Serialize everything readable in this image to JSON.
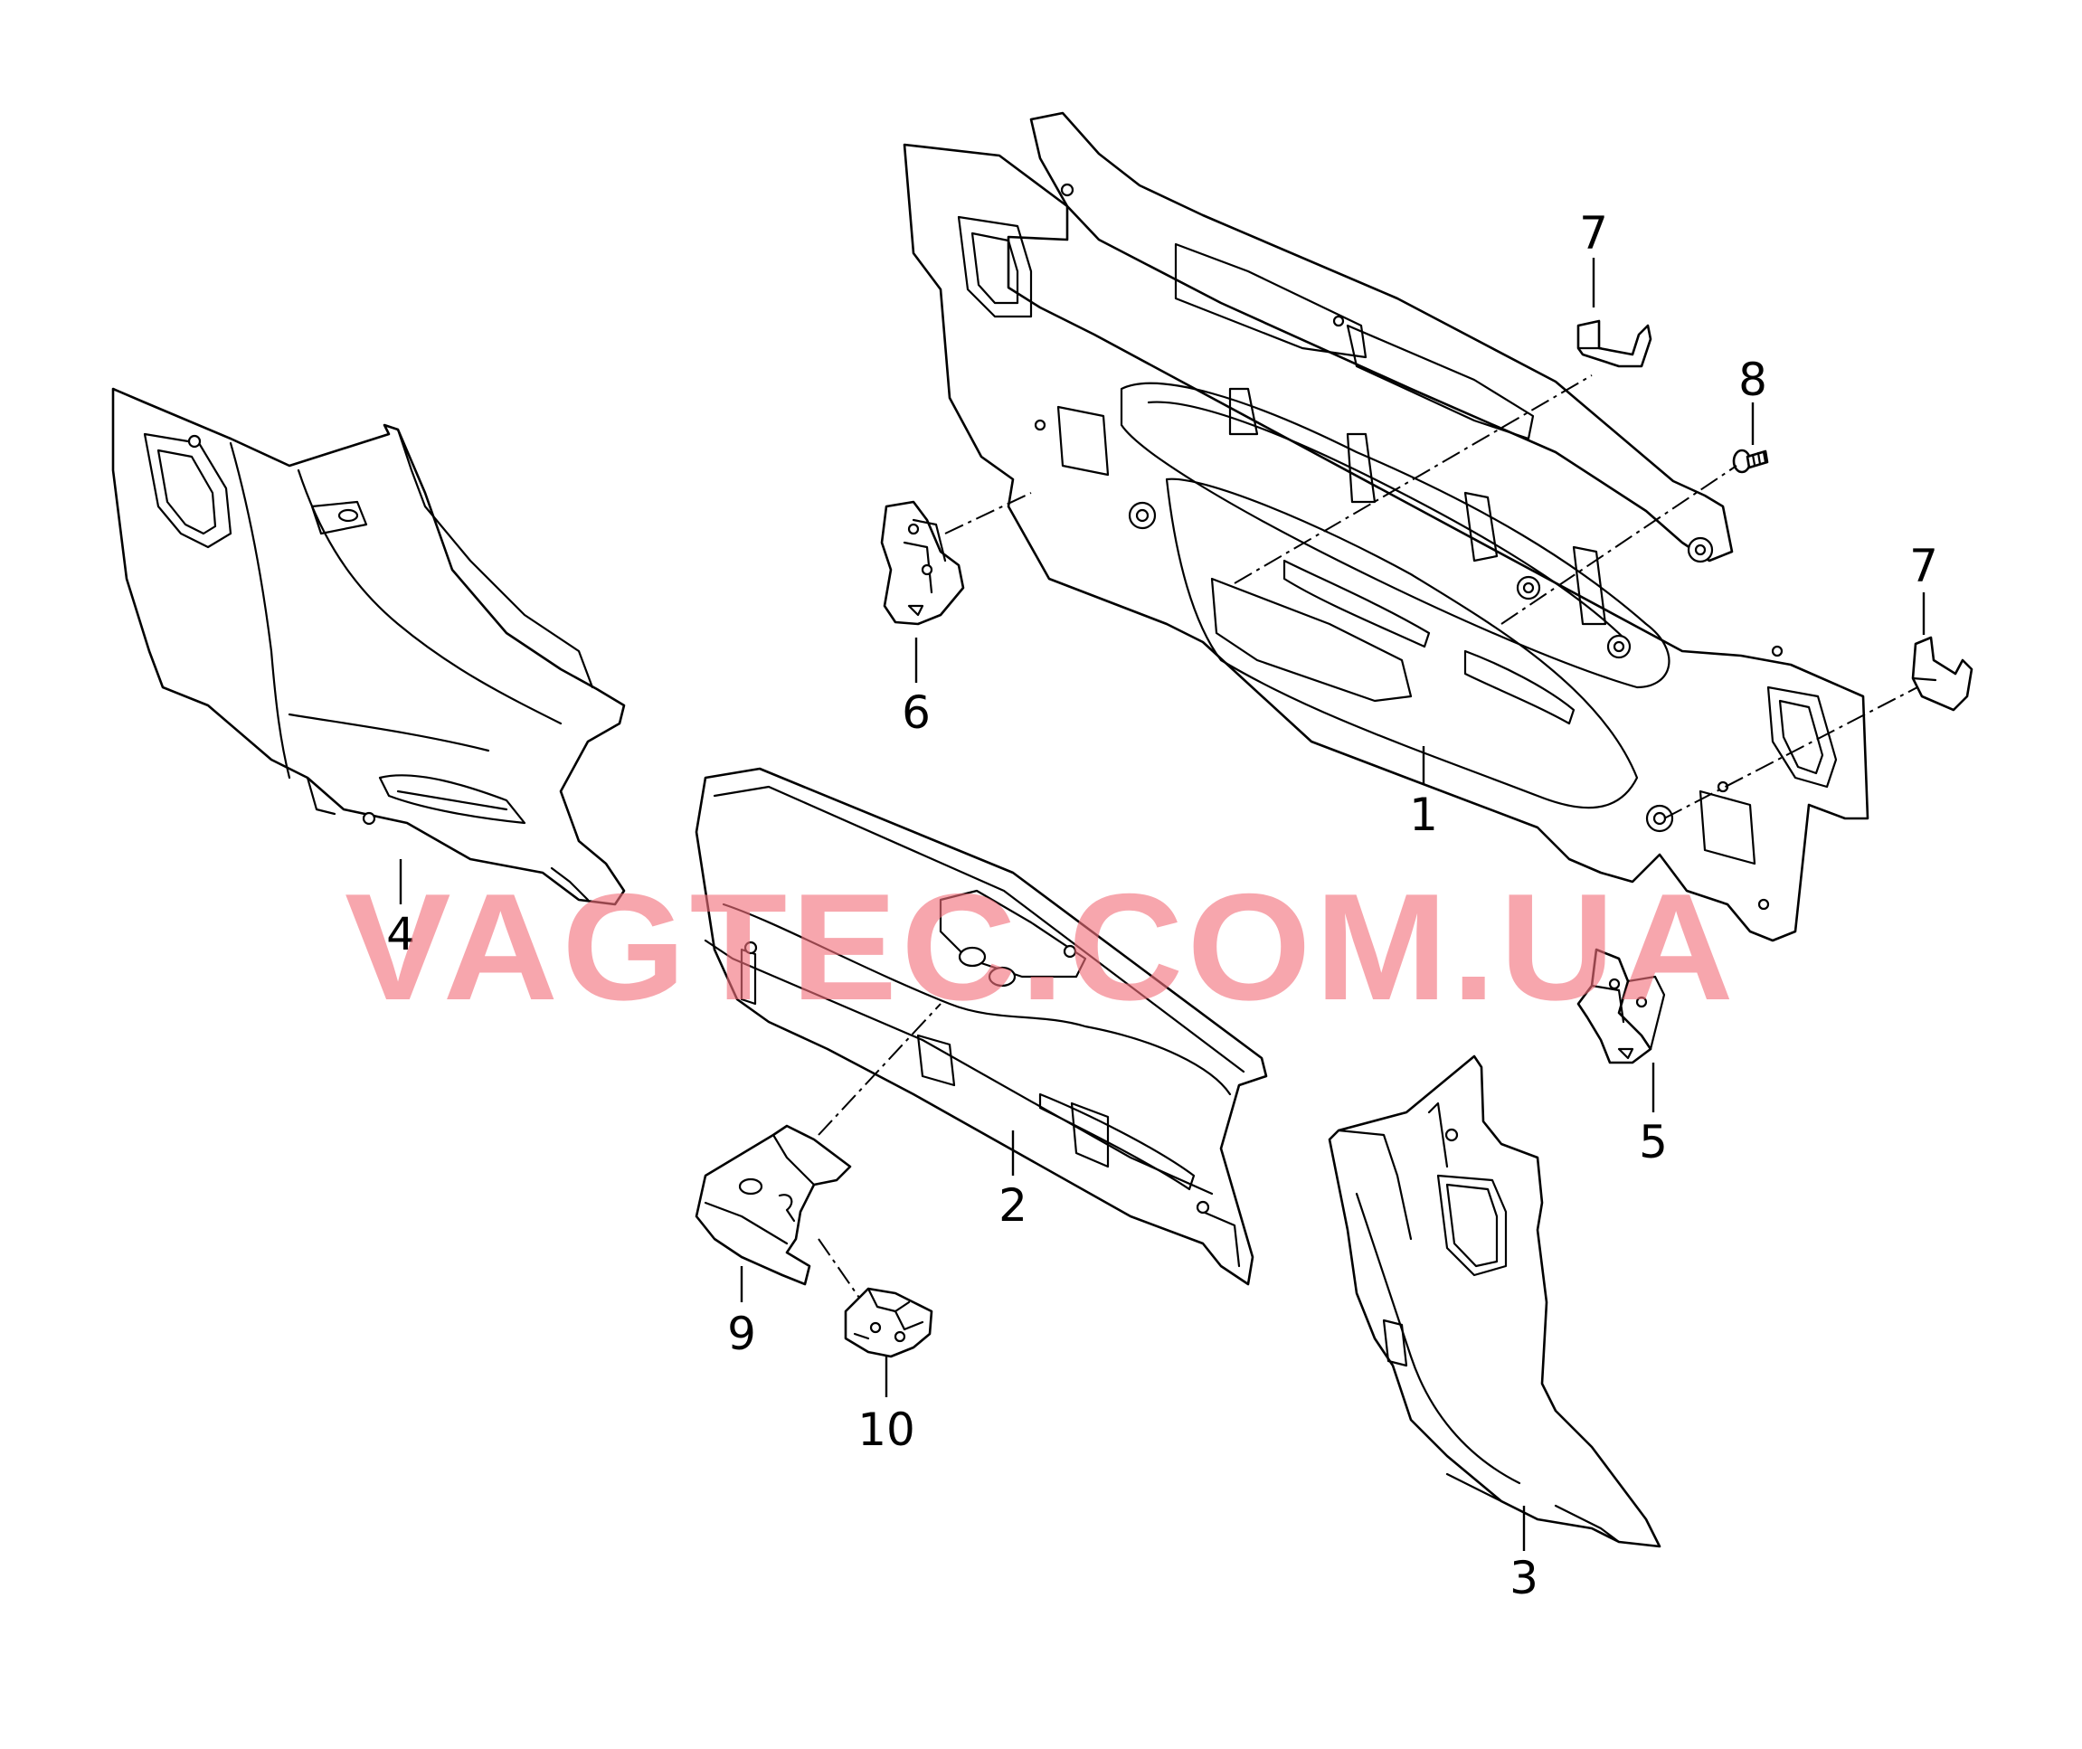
{
  "watermark": {
    "text": "VAGTEC.COM.UA",
    "color": "#f2707a"
  },
  "callouts": [
    {
      "id": "1",
      "label": "1"
    },
    {
      "id": "2",
      "label": "2"
    },
    {
      "id": "3",
      "label": "3"
    },
    {
      "id": "4",
      "label": "4"
    },
    {
      "id": "5",
      "label": "5"
    },
    {
      "id": "6",
      "label": "6"
    },
    {
      "id": "7a",
      "label": "7"
    },
    {
      "id": "7b",
      "label": "7"
    },
    {
      "id": "8",
      "label": "8"
    },
    {
      "id": "9",
      "label": "9"
    },
    {
      "id": "10",
      "label": "10"
    }
  ],
  "colors": {
    "line": "#000000",
    "background": "#ffffff"
  }
}
